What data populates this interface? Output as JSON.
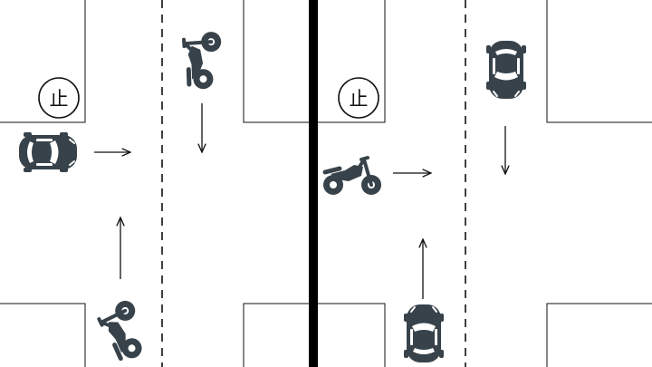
{
  "colors": {
    "background": "#ffffff",
    "line": "#111111",
    "divider": "#000000",
    "vehicle": "#37424a",
    "vehicle_highlight": "#ffffff"
  },
  "panels": [
    {
      "id": "left-scene",
      "stop_sign": {
        "label": "止",
        "icon": "stop-sign-icon"
      },
      "vehicles": [
        {
          "type": "car",
          "icon": "car-icon",
          "heading": "right"
        },
        {
          "type": "motorcycle",
          "icon": "motorcycle-icon",
          "heading": "down"
        },
        {
          "type": "motorcycle",
          "icon": "motorcycle-icon",
          "heading": "up"
        }
      ],
      "arrows": [
        "right",
        "down",
        "up"
      ]
    },
    {
      "id": "right-scene",
      "stop_sign": {
        "label": "止",
        "icon": "stop-sign-icon"
      },
      "vehicles": [
        {
          "type": "motorcycle",
          "icon": "motorcycle-icon",
          "heading": "right"
        },
        {
          "type": "car",
          "icon": "car-icon",
          "heading": "down"
        },
        {
          "type": "car",
          "icon": "car-icon",
          "heading": "up"
        }
      ],
      "arrows": [
        "right",
        "down",
        "up"
      ]
    }
  ]
}
